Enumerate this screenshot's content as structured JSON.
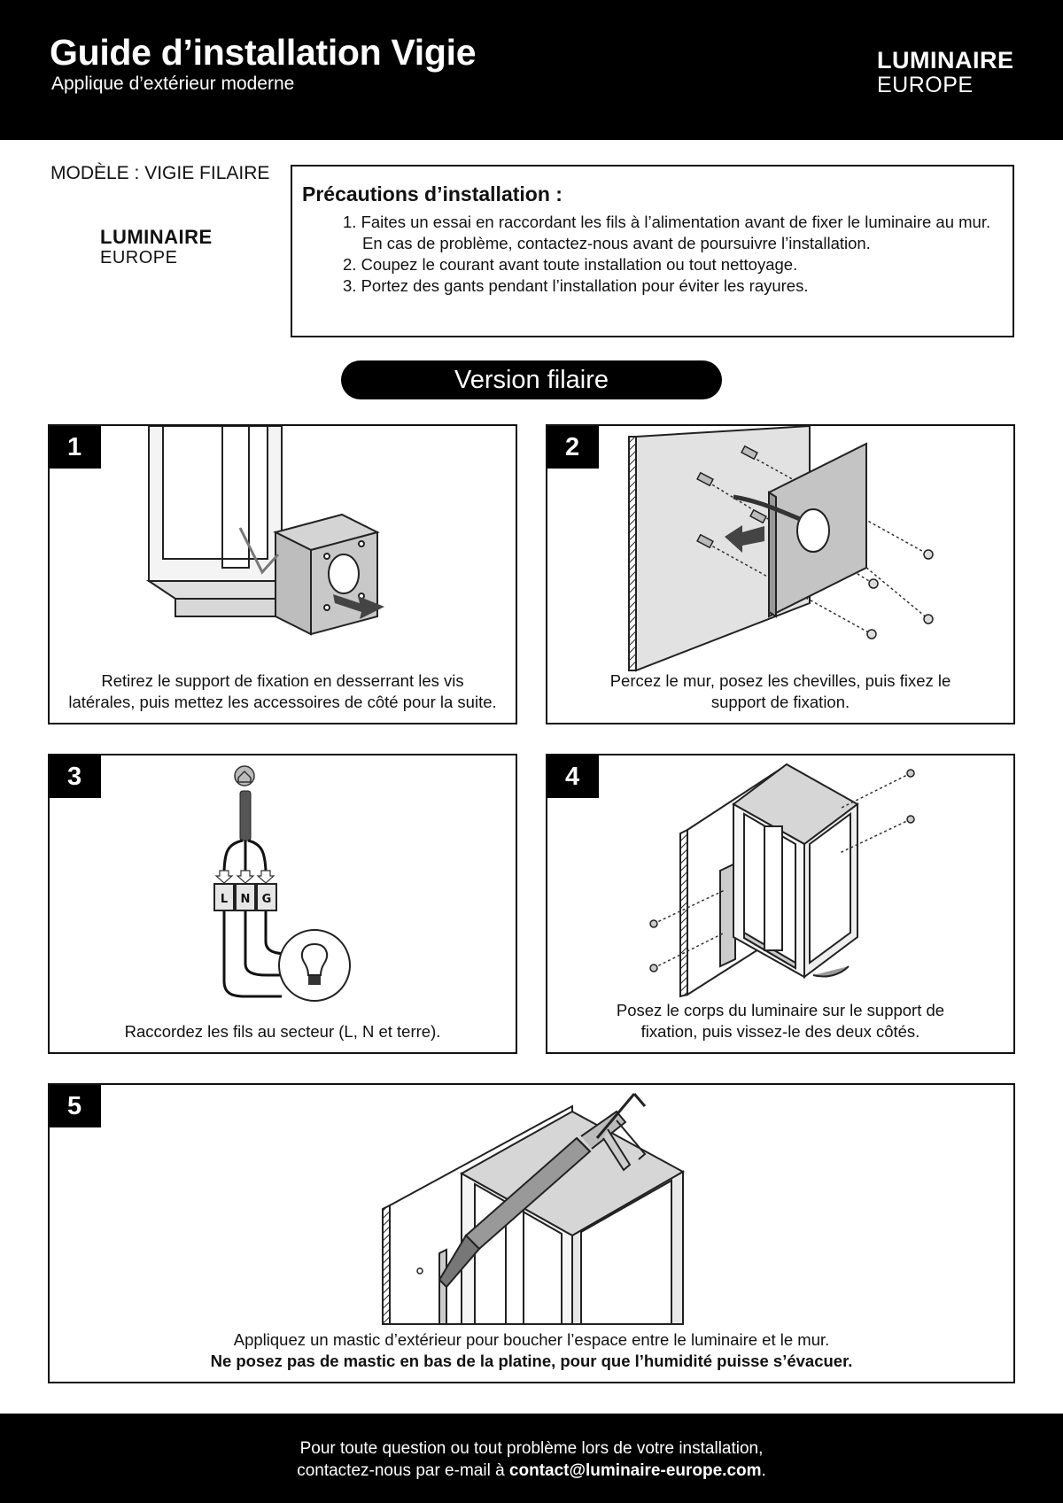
{
  "header": {
    "title": "Guide d’installation Vigie",
    "subtitle": "Applique d’extérieur moderne",
    "brand_line1": "LUMINAIRE",
    "brand_line2": "EUROPE"
  },
  "model": "MODÈLE : VIGIE FILAIRE",
  "side_brand": {
    "line1": "LUMINAIRE",
    "line2": "EUROPE"
  },
  "precautions": {
    "title": "Précautions d’installation :",
    "items": [
      "1. Faites un essai en raccordant les fils à l’alimentation avant de fixer le luminaire au mur. En cas de problème, contactez-nous avant de poursuivre l’installation.",
      "2. Coupez le courant avant toute installation ou tout nettoyage.",
      "3. Portez des gants pendant l’installation pour éviter les rayures."
    ]
  },
  "version_label": "Version filaire",
  "steps": [
    {
      "number": "1",
      "line1": "Retirez le support de fixation en desserrant les vis",
      "line2": "latérales, puis mettez les accessoires de côté pour la suite."
    },
    {
      "number": "2",
      "line1": "Percez le mur, posez les chevilles, puis fixez le",
      "line2": "support de fixation."
    },
    {
      "number": "3",
      "line1": "Raccordez les fils au secteur (L, N et terre).",
      "terminals": [
        "L",
        "N",
        "G"
      ]
    },
    {
      "number": "4",
      "line1": "Posez le corps du luminaire sur le support de",
      "line2": "fixation, puis vissez-le des deux côtés."
    },
    {
      "number": "5",
      "line1": "Appliquez un mastic d’extérieur pour boucher l’espace entre le luminaire et le mur.",
      "line2": "Ne posez pas de mastic en bas de la platine, pour que l’humidité puisse s’évacuer."
    }
  ],
  "footer": {
    "line1": "Pour toute question ou tout problème lors de votre installation,",
    "line2_prefix": "contactez-nous par e-mail à ",
    "email": "contact@luminaire-europe.com",
    "line2_suffix": "."
  }
}
